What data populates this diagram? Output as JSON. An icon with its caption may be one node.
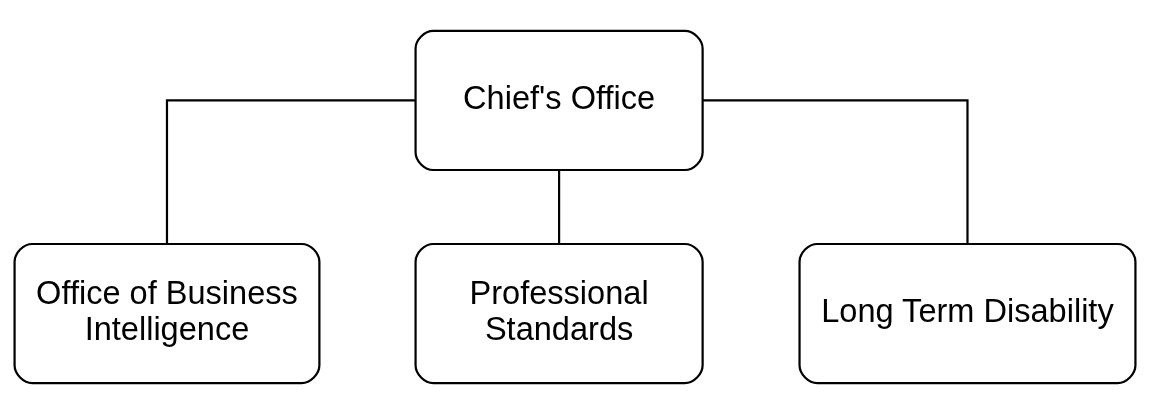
{
  "diagram": {
    "nodes": [
      {
        "text": [
          "Chief's Office"
        ]
      },
      {
        "text": [
          "Office of Business Intelligence"
        ]
      },
      {
        "text": [
          "Professional Standards"
        ]
      },
      {
        "text": [
          "Long Term Disability"
        ]
      }
    ],
    "edges": [
      {
        "from": 0,
        "to": 1,
        "arrow": "none"
      },
      {
        "from": 0,
        "to": 2,
        "arrow": "none"
      },
      {
        "from": 0,
        "to": 3,
        "arrow": "none"
      }
    ]
  }
}
